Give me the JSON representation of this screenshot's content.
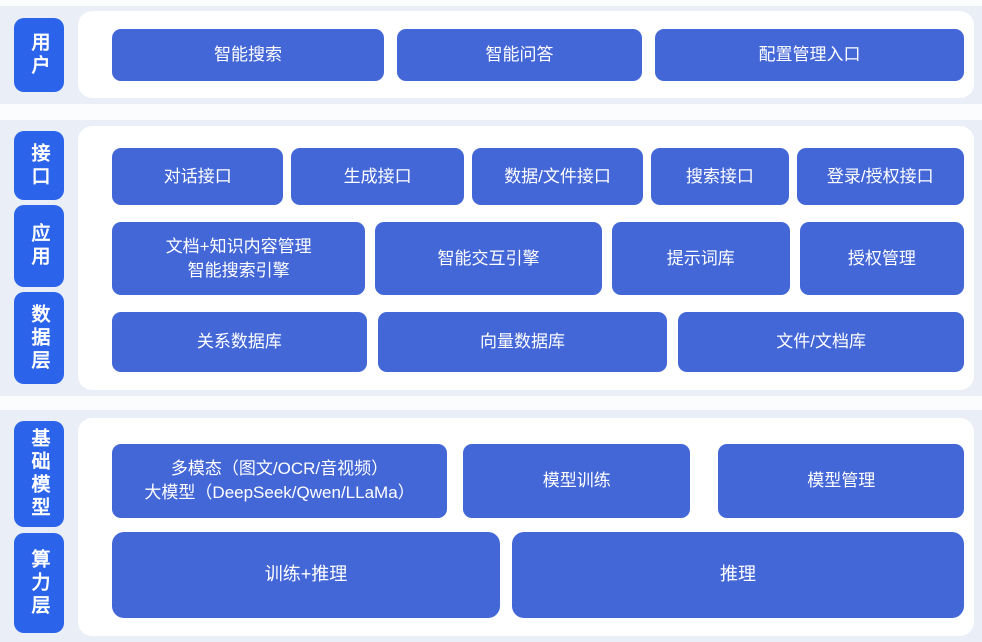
{
  "colors": {
    "page_bg": "#fbfcfe",
    "band_bg": "#e9eef7",
    "label_blue": "#2b63ea",
    "button_blue": "#4467d8",
    "button_text": "#ffffff"
  },
  "bands": [
    {
      "labels": [
        "用户"
      ],
      "rows": [
        [
          "智能搜索",
          "智能问答",
          "配置管理入口"
        ]
      ]
    },
    {
      "labels": [
        "接口",
        "应用",
        "数据层"
      ],
      "rows": [
        [
          "对话接口",
          "生成接口",
          "数据/文件接口",
          "搜索接口",
          "登录/授权接口"
        ],
        [
          "文档+知识内容管理\n智能搜索引擎",
          "智能交互引擎",
          "提示词库",
          "授权管理"
        ],
        [
          "关系数据库",
          "向量数据库",
          "文件/文档库"
        ]
      ]
    },
    {
      "labels": [
        "基础模型",
        "算力层"
      ],
      "rows": [
        [
          "多模态（图文/OCR/音视频）\n大模型（DeepSeek/Qwen/LLaMa）",
          "模型训练",
          "模型管理"
        ],
        [
          "训练+推理",
          "推理"
        ]
      ]
    }
  ]
}
